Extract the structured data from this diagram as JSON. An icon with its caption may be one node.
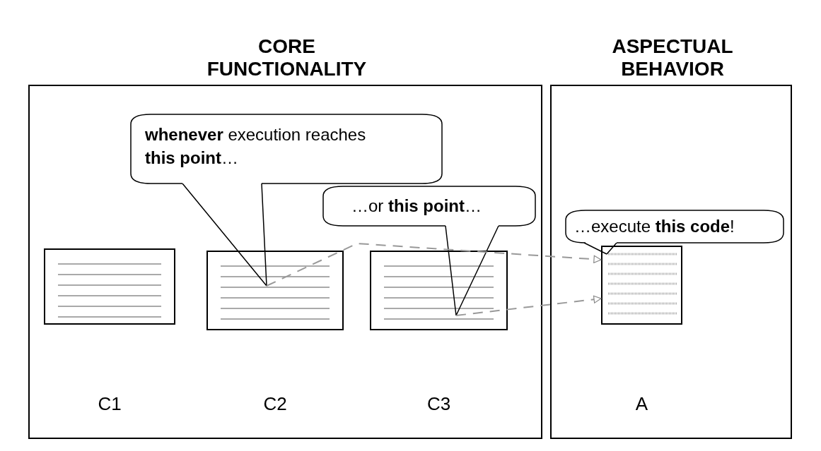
{
  "diagram": {
    "nodes": [
      {
        "text": [
          "CORE FUNCTIONALITY"
        ]
      },
      {
        "text": [
          "**whenever** execution reaches **this point**…"
        ],
        "in": 0
      },
      {
        "text": [
          "…or **this point**…"
        ],
        "in": 0
      },
      {
        "text": [
          "C1"
        ],
        "in": 0
      },
      {
        "text": [
          "C2"
        ],
        "in": 0
      },
      {
        "text": [
          "C3"
        ],
        "in": 0
      },
      {
        "text": [
          "ASPECTUAL BEHAVIOR"
        ]
      },
      {
        "text": [
          "…execute **this code**!"
        ],
        "in": 6
      },
      {
        "text": [
          "A"
        ],
        "in": 6
      }
    ],
    "edges": [
      {
        "from": 1,
        "to": 4,
        "arrow": "none",
        "color": "#000000"
      },
      {
        "from": 2,
        "to": 5,
        "arrow": "none",
        "color": "#000000"
      },
      {
        "from": 7,
        "to": 8,
        "arrow": "none",
        "color": "#000000"
      },
      {
        "from": 4,
        "to": 8,
        "arrow": "to",
        "style": "dashed",
        "color": "#999999"
      },
      {
        "from": 5,
        "to": 8,
        "arrow": "to",
        "style": "dashed",
        "color": "#999999"
      }
    ]
  }
}
